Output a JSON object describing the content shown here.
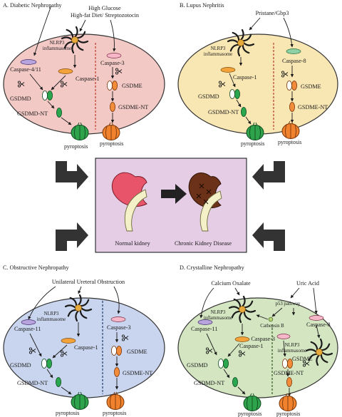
{
  "colors": {
    "panelA": "#f3c9c6",
    "panelB": "#f8e7b3",
    "panelC": "#c9d5ee",
    "panelD": "#d3e6c1",
    "center": "#e6cde6",
    "caspase_inflammatory": "#b9a3dc",
    "caspase1": "#f3a33a",
    "caspase_apoptotic": "#f6b7c9",
    "gsdmd": "#2aa64e",
    "gsdme": "#f28c3a",
    "divider": "#c0392b",
    "kidney_normal": "#e8556a",
    "kidney_ckd": "#6b3219"
  },
  "panels": {
    "a": {
      "title": "A. Diabetic Nephropathy",
      "trigger1": "High Glucose",
      "trigger2": "High-fat Diet/ Streptozotocin",
      "nlrp3_line1": "NLRP3",
      "nlrp3_line2": "inflammasome",
      "caspase_left": "Caspase-4/11",
      "caspase1": "Caspase-1",
      "caspase_right": "Caspase-3",
      "gsdmd": "GSDMD",
      "gsdmd_nt": "GSDMD-NT",
      "gsdme": "GSDME",
      "gsdme_nt": "GSDME-NT",
      "pyroptosis_left": "pyroptosis",
      "pyroptosis_right": "pyroptosis"
    },
    "b": {
      "title": "B. Lupus Nephritis",
      "trigger": "Pristane/Gbp3",
      "nlrp3_line1": "NLRP3",
      "nlrp3_line2": "inflammasome",
      "caspase1": "Caspase-1",
      "caspase_right": "Caspase-8",
      "gsdmd": "GSDMD",
      "gsdmd_nt": "GSDMD-NT",
      "gsdme": "GSDME",
      "gsdme_nt": "GSDME-NT",
      "pyroptosis_left": "pyroptosis",
      "pyroptosis_right": "pyroptosis"
    },
    "c": {
      "title": "C. Obstructive Nephropathy",
      "trigger": "Unilateral Ureteral Obstruction",
      "nlrp3_line1": "NLRP3",
      "nlrp3_line2": "inflammasome",
      "caspase_left": "Caspase-11",
      "caspase1": "Caspase-1",
      "caspase_right": "Caspase-3",
      "gsdmd": "GSDMD",
      "gsdmd_nt": "GSDMD-NT",
      "gsdme": "GSDME",
      "gsdme_nt": "GSDME-NT",
      "pyroptosis_left": "pyroptosis",
      "pyroptosis_right": "pyroptosis"
    },
    "d": {
      "title": "D. Crystalline Nephropathy",
      "trigger1": "Calcium Oxalate",
      "trigger2": "Uric Acid",
      "nlrp3_line1": "NLRP3",
      "nlrp3_line2": "inflammasome",
      "p53": "p53 pathway",
      "cathepsin": "Cathepsin B",
      "caspase_left": "Caspase-11",
      "caspase1": "Caspase-1",
      "caspase3": "Caspase-3",
      "caspase8": "Caspase-8",
      "nlrp3b_line1": "NLRP3",
      "nlrp3b_line2": "inflammasome",
      "gsdmd": "GSDMD",
      "gsdmd_nt": "GSDMD-NT",
      "gsdme": "GSDME",
      "gsdme_nt": "GSDME-NT",
      "pyroptosis_left": "pyroptosis",
      "pyroptosis_right": "pyroptosis"
    }
  },
  "center": {
    "normal_label": "Normal kidney",
    "ckd_label": "Chronic Kidney Disease"
  }
}
